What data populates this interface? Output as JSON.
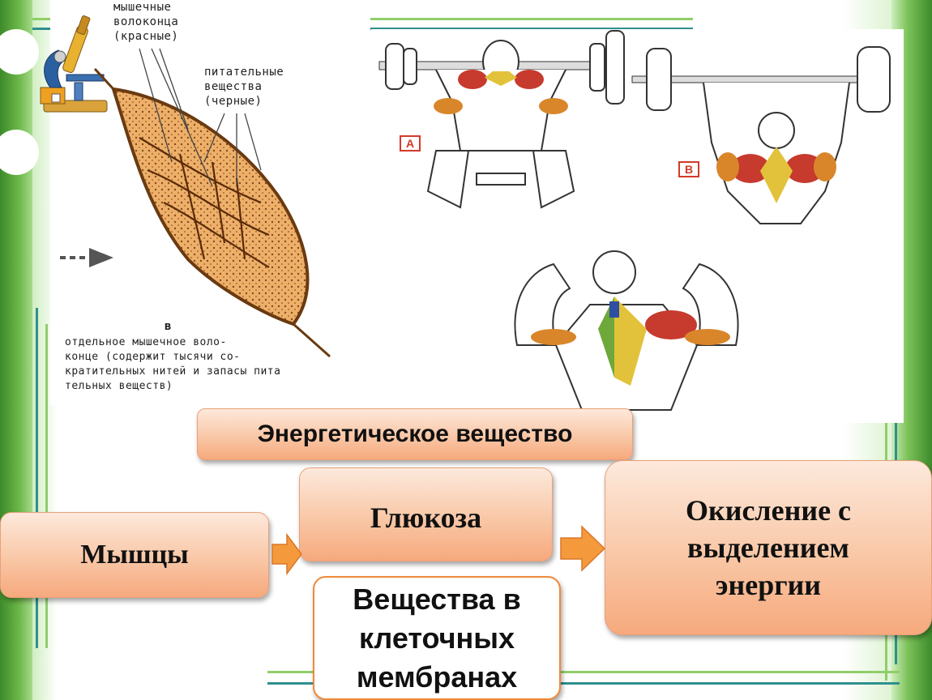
{
  "muscle_sketch": {
    "label_fibers_line1": "мышечные",
    "label_fibers_line2": "волоконца",
    "label_fibers_line3": "(красные)",
    "label_nutrients_line1": "питательные",
    "label_nutrients_line2": "вещества",
    "label_nutrients_line3": "(черные)",
    "letter_v": "в",
    "caption_line1": "отдельное мышечное воло-",
    "caption_line2": "конце (содержит тысячи со-",
    "caption_line3": "кратительных нитей и запасы пита",
    "caption_line4": "тельных веществ)"
  },
  "exercise_panels": {
    "label_a": "A",
    "label_b": "B"
  },
  "flow": {
    "energy_substance": "Энергетическое вещество",
    "muscles": "Мышцы",
    "glucose": "Глюкоза",
    "oxidation": "Окисление с выделением энергии",
    "membranes": "Вещества в клеточных мембранах"
  },
  "colors": {
    "box_top": "#fde9dc",
    "box_bottom": "#f6a97d",
    "arrow": "#f59a3c",
    "deco_green": "#5aaa3a",
    "deco_teal": "#2f8f8f",
    "muscle_fill": "#e7a65a"
  }
}
